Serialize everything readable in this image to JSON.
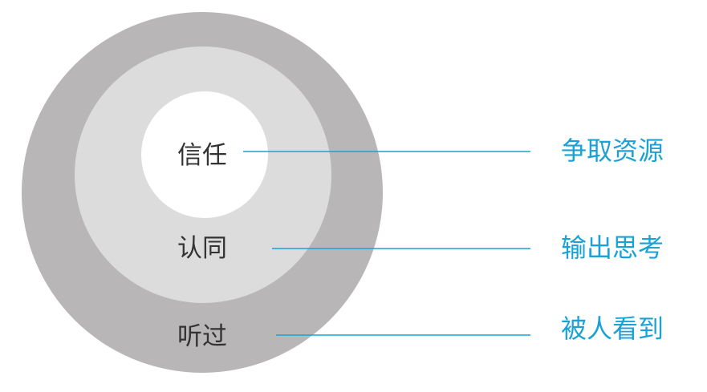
{
  "colors": {
    "outer_ring": "#b8b6b7",
    "middle_ring": "#dcdcdc",
    "inner_circle": "#ffffff",
    "connector_line": "#1aa2d6",
    "outcome_text": "#1aa2d6",
    "ring_text": "#333333"
  },
  "rings": [
    {
      "label": "信任",
      "outcome": "争取资源"
    },
    {
      "label": "认同",
      "outcome": "输出思考"
    },
    {
      "label": "听过",
      "outcome": "被人看到"
    }
  ]
}
